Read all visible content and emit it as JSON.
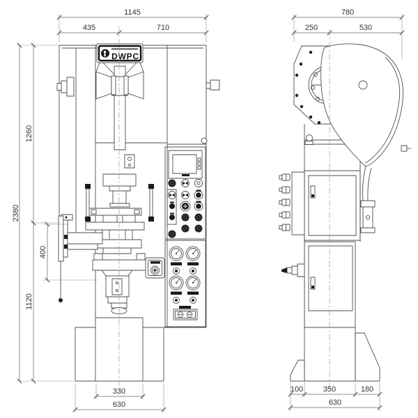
{
  "drawing": {
    "type": "technical-orthographic-drawing",
    "subject": "press machine, front and side elevation views",
    "colors": {
      "background": "#ffffff",
      "line": "#4d4d4d",
      "dark_fill": "#1a1a1a",
      "dimension": "#666666"
    }
  },
  "logo": {
    "brand": "DWPC"
  },
  "front_view": {
    "dims": {
      "top_total": "1145",
      "top_left": "435",
      "top_right": "710",
      "height_total": "2380",
      "height_upper": "1260",
      "feed_height": "400",
      "height_lower": "1120",
      "base_inner": "330",
      "base_outer": "630"
    }
  },
  "side_view": {
    "dims": {
      "top_total": "780",
      "top_front": "250",
      "top_rear": "530",
      "base_front": "100",
      "base_center": "350",
      "base_rear": "180",
      "base_outer": "630"
    }
  }
}
